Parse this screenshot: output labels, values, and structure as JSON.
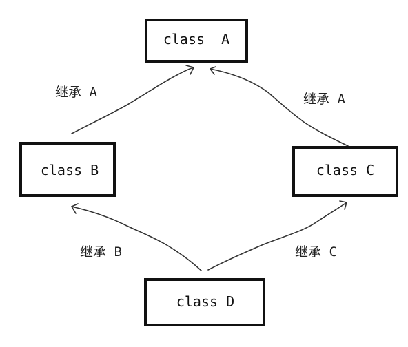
{
  "nodes": {
    "a": {
      "label": "class  A"
    },
    "b": {
      "label": "class B"
    },
    "c": {
      "label": "class C"
    },
    "d": {
      "label": "class D"
    }
  },
  "edges": {
    "b_to_a": {
      "label": "继承 A"
    },
    "c_to_a": {
      "label": "继承 A"
    },
    "d_to_b": {
      "label": "继承 B"
    },
    "d_to_c": {
      "label": "继承 C"
    }
  }
}
